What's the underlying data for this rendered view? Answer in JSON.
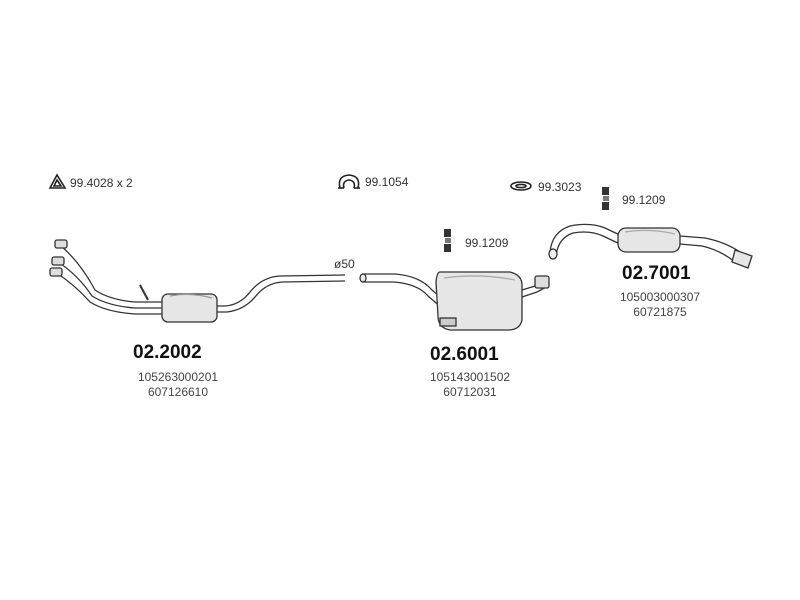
{
  "accessories": [
    {
      "ref": "99.4028 x 2",
      "icon": "clamp-ring-icon"
    },
    {
      "ref": "99.1054",
      "icon": "u-clamp-icon"
    },
    {
      "ref": "99.3023",
      "icon": "rubber-ring-icon"
    },
    {
      "ref": "99.1209",
      "icon": "hanger-icon"
    },
    {
      "ref": "99.1209",
      "icon": "hanger-icon"
    }
  ],
  "diameter_label": "ø50",
  "parts": [
    {
      "number": "02.2002",
      "codes": [
        "105263000201",
        "607126610"
      ]
    },
    {
      "number": "02.6001",
      "codes": [
        "105143001502",
        "60712031"
      ]
    },
    {
      "number": "02.7001",
      "codes": [
        "105003000307",
        "60721875"
      ]
    }
  ]
}
